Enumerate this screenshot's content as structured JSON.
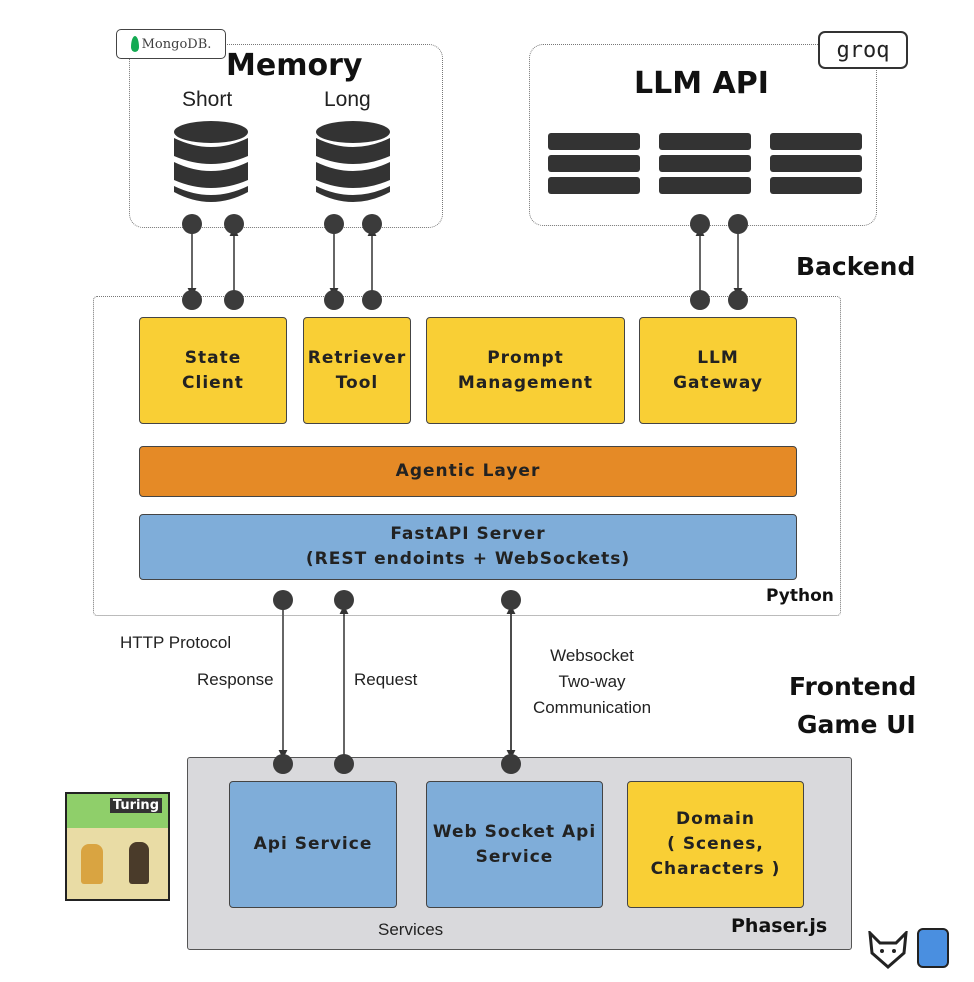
{
  "memory": {
    "title": "Memory",
    "short_label": "Short",
    "long_label": "Long",
    "brand": "MongoDB."
  },
  "llm_api": {
    "title": "LLM API",
    "brand": "groq"
  },
  "backend": {
    "title": "Backend",
    "language": "Python",
    "components": [
      {
        "label": "State\nClient"
      },
      {
        "label": "Retriever\nTool"
      },
      {
        "label": "Prompt\nManagement"
      },
      {
        "label": "LLM\nGateway"
      }
    ],
    "agentic_layer": "Agentic Layer",
    "fastapi": "FastAPI Server\n(REST endoints + WebSockets)"
  },
  "connections": {
    "http_protocol": "HTTP Protocol",
    "response": "Response",
    "request": "Request",
    "websocket": "Websocket\nTwo-way\nCommunication"
  },
  "frontend": {
    "title_line1": "Frontend",
    "title_line2": "Game UI",
    "framework": "Phaser.js",
    "services_label": "Services",
    "api_service": "Api Service",
    "ws_service": "Web Socket Api\nService",
    "domain": "Domain\n( Scenes,\nCharacters )",
    "game_thumbnail_title": "Turing"
  },
  "colors": {
    "component_yellow": "#f9cf35",
    "agentic_orange": "#e58a26",
    "server_blue": "#7fadd9",
    "frontend_grey": "#d9d9dc",
    "mongodb_green": "#13aa52"
  }
}
